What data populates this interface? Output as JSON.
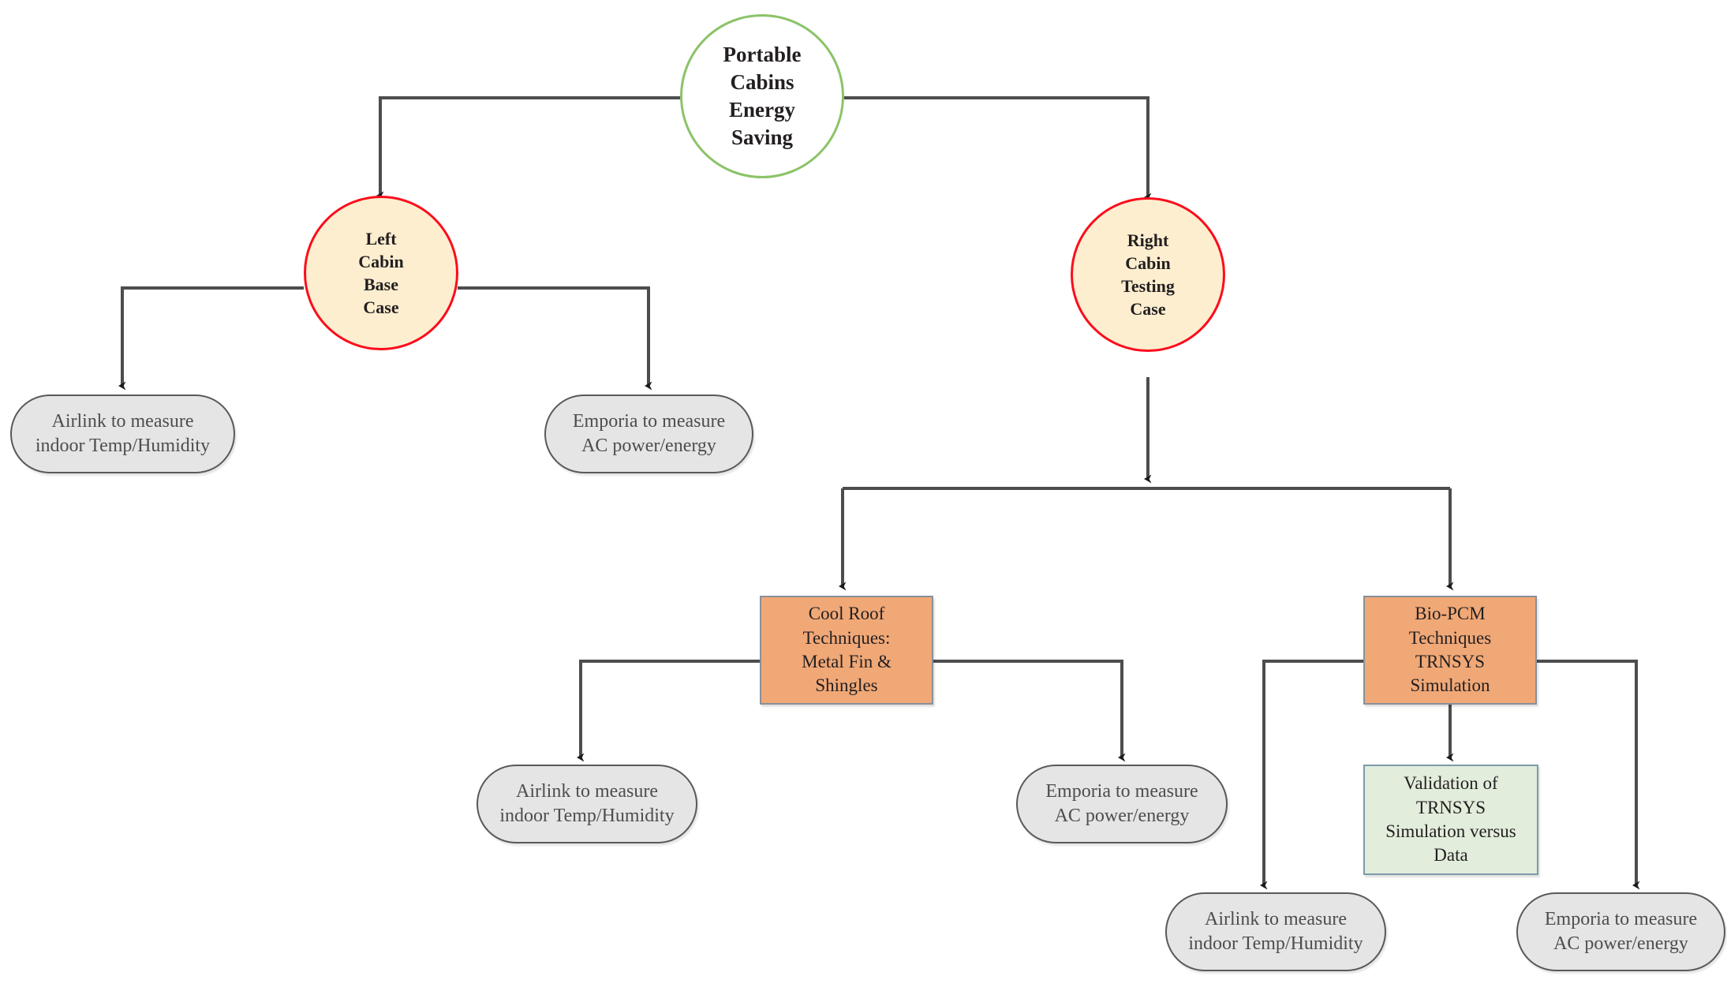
{
  "diagram": {
    "title": "Portable Cabins Energy Saving experimental and simulation flowchart",
    "colors": {
      "root_border": "#8cc368",
      "root_fill": "#ffffff",
      "case_border": "#fc0d1b",
      "case_fill": "#fdeed0",
      "pill_fill": "#e5e5e5",
      "pill_border": "#595959",
      "orange_fill": "#f0a877",
      "orange_border": "#8a9099",
      "green_fill": "#e2eddc",
      "green_border": "#7e9aab",
      "edge": "#4d4d4d",
      "background": "#ffffff"
    },
    "nodes": {
      "root": {
        "label": "Portable\nCabins\nEnergy\nSaving",
        "shape": "circle"
      },
      "left_case": {
        "label": "Left\nCabin\nBase\nCase",
        "shape": "circle"
      },
      "right_case": {
        "label": "Right\nCabin\nTesting\nCase",
        "shape": "circle"
      },
      "left_airlink": {
        "label": "Airlink  to measure\nindoor Temp/Humidity",
        "shape": "rounded-rect"
      },
      "left_emporia": {
        "label": "Emporia to measure\nAC power/energy",
        "shape": "rounded-rect"
      },
      "cool_roof": {
        "label": "Cool Roof\nTechniques:\nMetal  Fin &\nShingles",
        "shape": "rect"
      },
      "bio_pcm": {
        "label": "Bio-PCM\nTechniques\nTRNSYS\nSimulation",
        "shape": "rect"
      },
      "cool_airlink": {
        "label": "Airlink to measure\nindoor Temp/Humidity",
        "shape": "rounded-rect"
      },
      "cool_emporia": {
        "label": "Emporia to measure\nAC power/energy",
        "shape": "rounded-rect"
      },
      "validation": {
        "label": "Validation  of\nTRNSYS\nSimulation versus\nData",
        "shape": "rect"
      },
      "pcm_airlink": {
        "label": "Airlink to measure\nindoor Temp/Humidity",
        "shape": "rounded-rect"
      },
      "pcm_emporia": {
        "label": "Emporia to measure\nAC power/energy",
        "shape": "rounded-rect"
      }
    },
    "edges": [
      {
        "from": "root",
        "to": "left_case"
      },
      {
        "from": "root",
        "to": "right_case"
      },
      {
        "from": "left_case",
        "to": "left_airlink"
      },
      {
        "from": "left_case",
        "to": "left_emporia"
      },
      {
        "from": "right_case",
        "to": "cool_roof"
      },
      {
        "from": "right_case",
        "to": "bio_pcm"
      },
      {
        "from": "cool_roof",
        "to": "cool_airlink"
      },
      {
        "from": "cool_roof",
        "to": "cool_emporia"
      },
      {
        "from": "bio_pcm",
        "to": "validation"
      },
      {
        "from": "bio_pcm",
        "to": "pcm_airlink"
      },
      {
        "from": "bio_pcm",
        "to": "pcm_emporia"
      }
    ]
  }
}
